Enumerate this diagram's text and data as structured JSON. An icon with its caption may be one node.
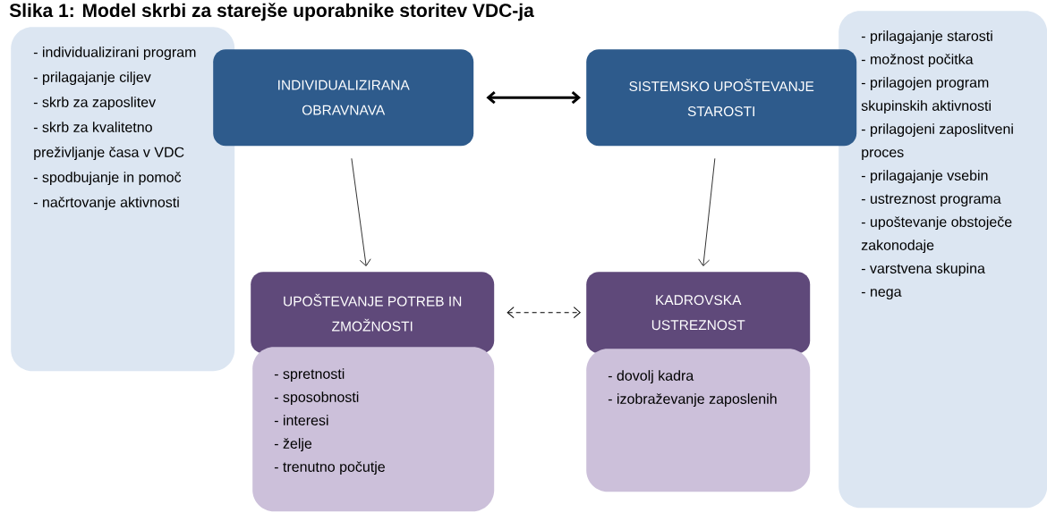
{
  "diagram": {
    "title": "Slika 1: Model skrbi za starejše uporabnike storitev VDC-ja",
    "nodes": [
      {
        "text": [
          "- individualizirani program",
          "- prilagajanje ciljev",
          "- skrb za zaposlitev",
          "- skrb za kvalitetno preživljanje časa v VDC",
          "- spodbujanje in pomoč",
          "- načrtovanje aktivnosti"
        ]
      },
      {
        "text": [
          "INDIVIDUALIZIRANA OBRAVNAVA"
        ]
      },
      {
        "text": [
          "SISTEMSKO UPOŠTEVANJE STAROSTI"
        ]
      },
      {
        "text": [
          "- prilagajanje starosti",
          "- možnost počitka",
          "- prilagojen program skupinskih aktivnosti",
          "- prilagojeni zaposlitveni proces",
          "- prilagajanje vsebin",
          "- ustreznost programa",
          "- upoštevanje obstoječe zakonodaje",
          "- varstvena skupina",
          "- nega"
        ]
      },
      {
        "text": [
          "UPOŠTEVANJE POTREB IN ZMOŽNOSTI"
        ]
      },
      {
        "text": [
          "- spretnosti",
          "- sposobnosti",
          "- interesi",
          "- želje",
          "- trenutno počutje"
        ]
      },
      {
        "text": [
          "KADROVSKA USTREZNOST"
        ]
      },
      {
        "text": [
          "- dovolj kadra",
          "- izobraževanje zaposlenih"
        ]
      }
    ],
    "edges": [
      {
        "from": 1,
        "to": 2,
        "arrow": "both",
        "style": "thick"
      },
      {
        "from": 1,
        "to": 4,
        "arrow": "to"
      },
      {
        "from": 2,
        "to": 6,
        "arrow": "to"
      },
      {
        "from": 4,
        "to": 6,
        "arrow": "both",
        "style": "dashed"
      }
    ]
  }
}
